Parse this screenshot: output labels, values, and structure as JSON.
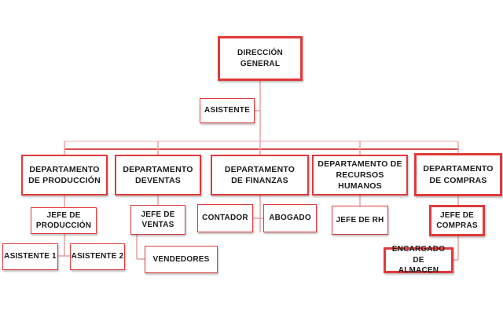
{
  "colors": {
    "line": "#e8a0a0",
    "connector": "#d65050",
    "border": "#e03a3a",
    "text": "#1a1a1a"
  },
  "nodes": {
    "direccion": "DIRECCIÓN\nGENERAL",
    "asistente": "ASISTENTE",
    "dept_produccion": "DEPARTAMENTO\nDE PRODUCCIÓN",
    "dept_ventas": "DEPARTAMENTO\nDEVENTAS",
    "dept_finanzas": "DEPARTAMENTO\nDE FINANZAS",
    "dept_rh": "DEPARTAMENTO DE\nRECURSOS HUMANOS",
    "dept_compras": "DEPARTAMENTO\nDE COMPRAS",
    "jefe_produccion": "JEFE DE\nPRODUCCIÓN",
    "asistente_1": "ASISTENTE 1",
    "asistente_2": "ASISTENTE 2",
    "jefe_ventas": "JEFE DE\nVENTAS",
    "vendedores": "VENDEDORES",
    "contador": "CONTADOR",
    "abogado": "ABOGADO",
    "jefe_rh": "JEFE DE RH",
    "jefe_compras": "JEFE DE\nCOMPRAS",
    "encargado_almacen": "ENCARGADO DE\nALMACEN"
  }
}
